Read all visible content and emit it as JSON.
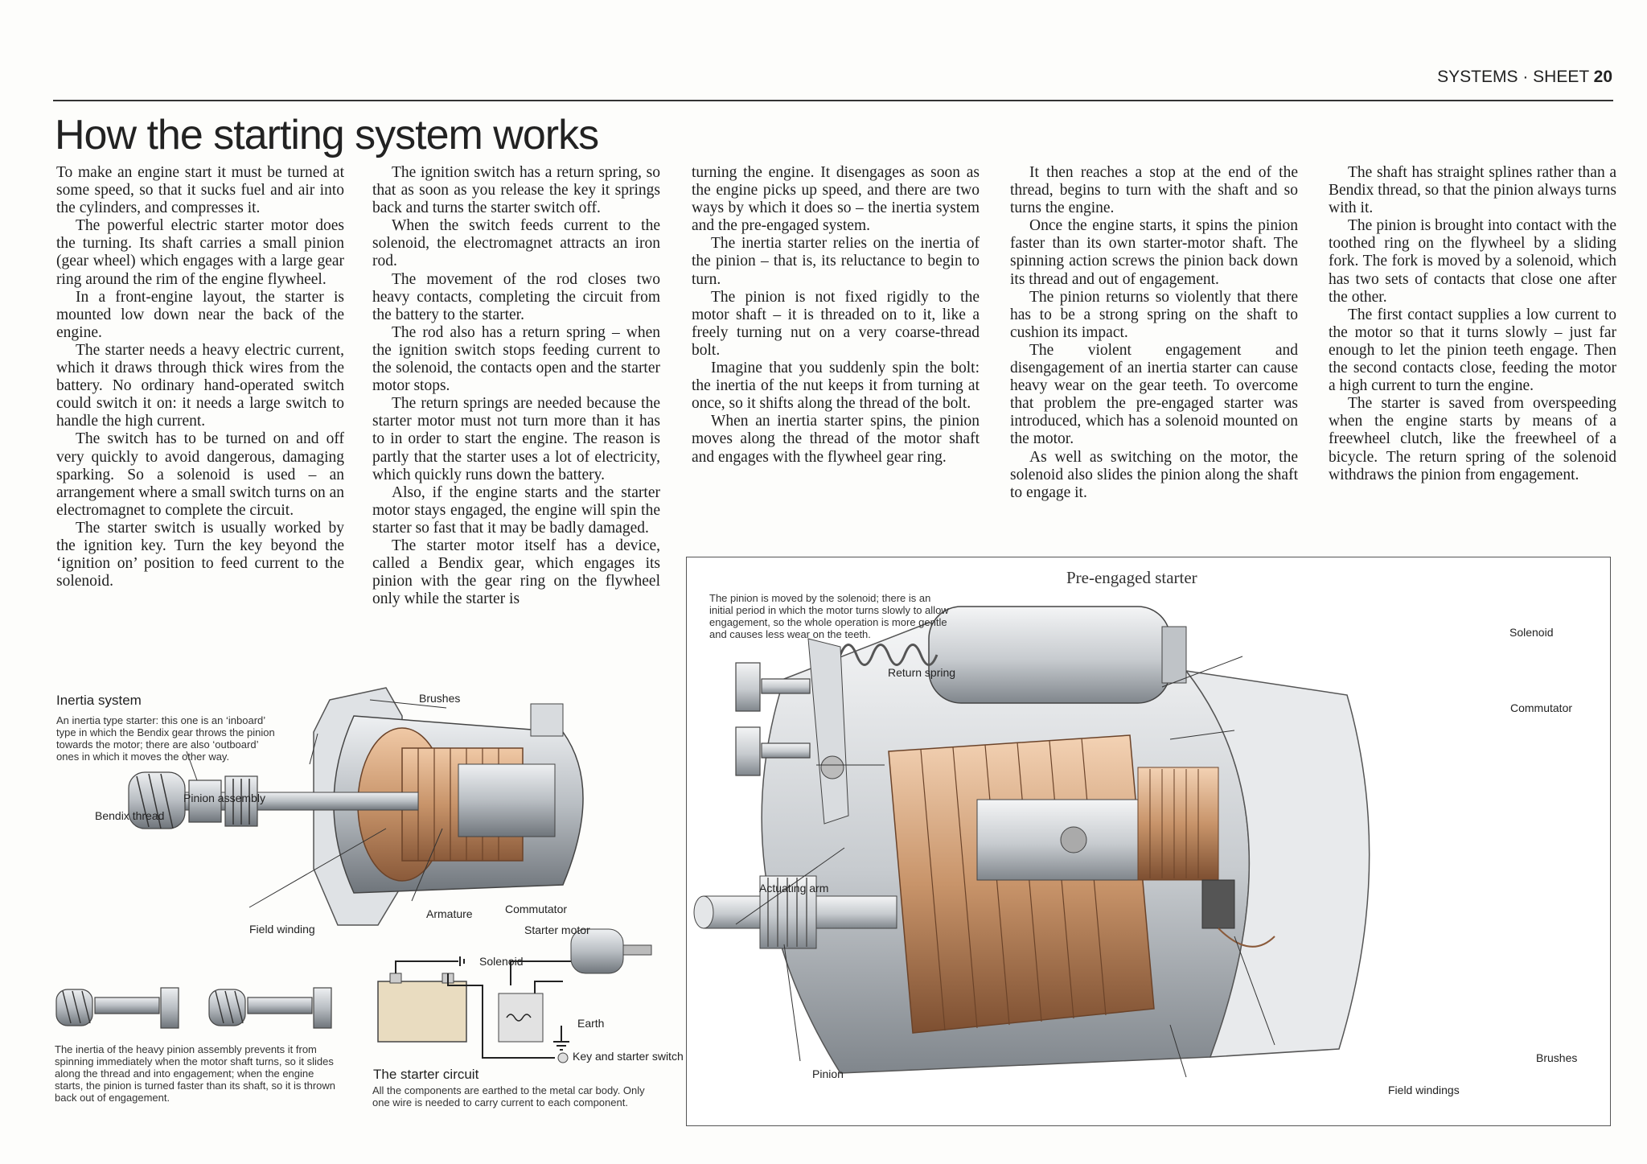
{
  "header": {
    "section": "SYSTEMS",
    "separator": "·",
    "sheet_label": "SHEET",
    "sheet_number": "20"
  },
  "page_title": "How the starting system works",
  "columns": [
    [
      "To make an engine start it must be turned at some speed, so that it sucks fuel and air into the cylinders, and compresses it.",
      "The powerful electric starter motor does the turning. Its shaft carries a small pinion (gear wheel) which engages with a large gear ring around the rim of the engine flywheel.",
      "In a front-engine layout, the starter is mounted low down near the back of the engine.",
      "The starter needs a heavy electric current, which it draws through thick wires from the battery. No ordinary hand-operated switch could switch it on: it needs a large switch to handle the high current.",
      "The switch has to be turned on and off very quickly to avoid dangerous, damaging sparking. So a solenoid is used – an arrangement where a small switch turns on an electromagnet to complete the circuit.",
      "The starter switch is usually worked by the ignition key. Turn the key beyond the ‘ignition on’ position to feed current to the solenoid."
    ],
    [
      "The ignition switch has a return spring, so that as soon as you release the key it springs back and turns the starter switch off.",
      "When the switch feeds current to the solenoid, the electromagnet attracts an iron rod.",
      "The movement of the rod closes two heavy contacts, completing the circuit from the battery to the starter.",
      "The rod also has a return spring – when the ignition switch stops feeding current to the solenoid, the contacts open and the starter motor stops.",
      "The return springs are needed because the starter motor must not turn more than it has to in order to start the engine. The reason is partly that the starter uses a lot of electricity, which quickly runs down the battery.",
      "Also, if the engine starts and the starter motor stays engaged, the engine will spin the starter so fast that it may be badly damaged.",
      "The starter motor itself has a device, called a Bendix gear, which engages its pinion with the gear ring on the flywheel only while the starter is"
    ],
    [
      "turning the engine. It disengages as soon as the engine picks up speed, and there are two ways by which it does so – the inertia system and the pre-engaged system.",
      "The inertia starter relies on the inertia of the pinion – that is, its reluctance to begin to turn.",
      "The pinion is not fixed rigidly to the motor shaft – it is threaded on to it, like a freely turning nut on a very coarse-thread bolt.",
      "Imagine that you suddenly spin the bolt: the inertia of the nut keeps it from turning at once, so it shifts along the thread of the bolt.",
      "When an inertia starter spins, the pinion moves along the thread of the motor shaft and engages with the flywheel gear ring."
    ],
    [
      "It then reaches a stop at the end of the thread, begins to turn with the shaft and so turns the engine.",
      "Once the engine starts, it spins the pinion faster than its own starter-motor shaft. The spinning action screws the pinion back down its thread and out of engagement.",
      "The pinion returns so violently that there has to be a strong spring on the shaft to cushion its impact.",
      "The violent engagement and disengagement of an inertia starter can cause heavy wear on the gear teeth. To overcome that problem the pre-engaged starter was introduced, which has a solenoid mounted on the motor.",
      "As well as switching on the motor, the solenoid also slides the pinion along the shaft to engage it."
    ],
    [
      "The shaft has straight splines rather than a Bendix thread, so that the pinion always turns with it.",
      "The pinion is brought into contact with the toothed ring on the flywheel by a sliding fork. The fork is moved by a solenoid, which has two sets of contacts that close one after the other.",
      "The first contact supplies a low current to the motor so that it turns slowly – just far enough to let the pinion teeth engage. Then the second contacts close, feeding the motor a high current to turn the engine.",
      "The starter is saved from overspeeding when the engine starts by means of a freewheel clutch, like the freewheel of a bicycle. The return spring of the solenoid withdraws the pinion from engagement."
    ]
  ],
  "inertia": {
    "title": "Inertia system",
    "caption": "An inertia type starter: this one is an ‘inboard’ type in which the Bendix gear throws the pinion towards the motor; there are also ‘outboard’ ones in which it moves the other way.",
    "labels": {
      "brushes": "Brushes",
      "pinion_assembly": "Pinion assembly",
      "bendix_thread": "Bendix thread",
      "field_winding": "Field winding",
      "armature": "Armature",
      "commutator": "Commutator"
    },
    "bottom_caption": "The inertia of the heavy pinion assembly prevents it from spinning immediately when the motor shaft turns, so it slides along the thread and into engagement; when the engine starts, the pinion is turned faster than its shaft, so it is thrown back out of engagement."
  },
  "circuit": {
    "title": "The starter circuit",
    "caption": "All the components are earthed to the metal car body. Only one wire is needed to carry current to each component.",
    "labels": {
      "starter_motor": "Starter motor",
      "solenoid": "Solenoid",
      "earth": "Earth",
      "key_switch": "Key and starter switch"
    }
  },
  "preengaged": {
    "title": "Pre-engaged starter",
    "caption": "The pinion is moved by the solenoid; there is an initial period in which the motor turns slowly to allow engagement, so the whole operation is more gentle and causes less wear on the teeth.",
    "labels": {
      "return_spring": "Return spring",
      "solenoid": "Solenoid",
      "commutator": "Commutator",
      "actuating_arm": "Actuating arm",
      "pinion": "Pinion",
      "field_windings": "Field windings",
      "brushes": "Brushes"
    }
  },
  "colors": {
    "copper": "#c8946a",
    "copper_dark": "#8a5a3a",
    "metal": "#c9cdd1",
    "metal_dark": "#7d8389",
    "ink": "#1e1e1e"
  }
}
